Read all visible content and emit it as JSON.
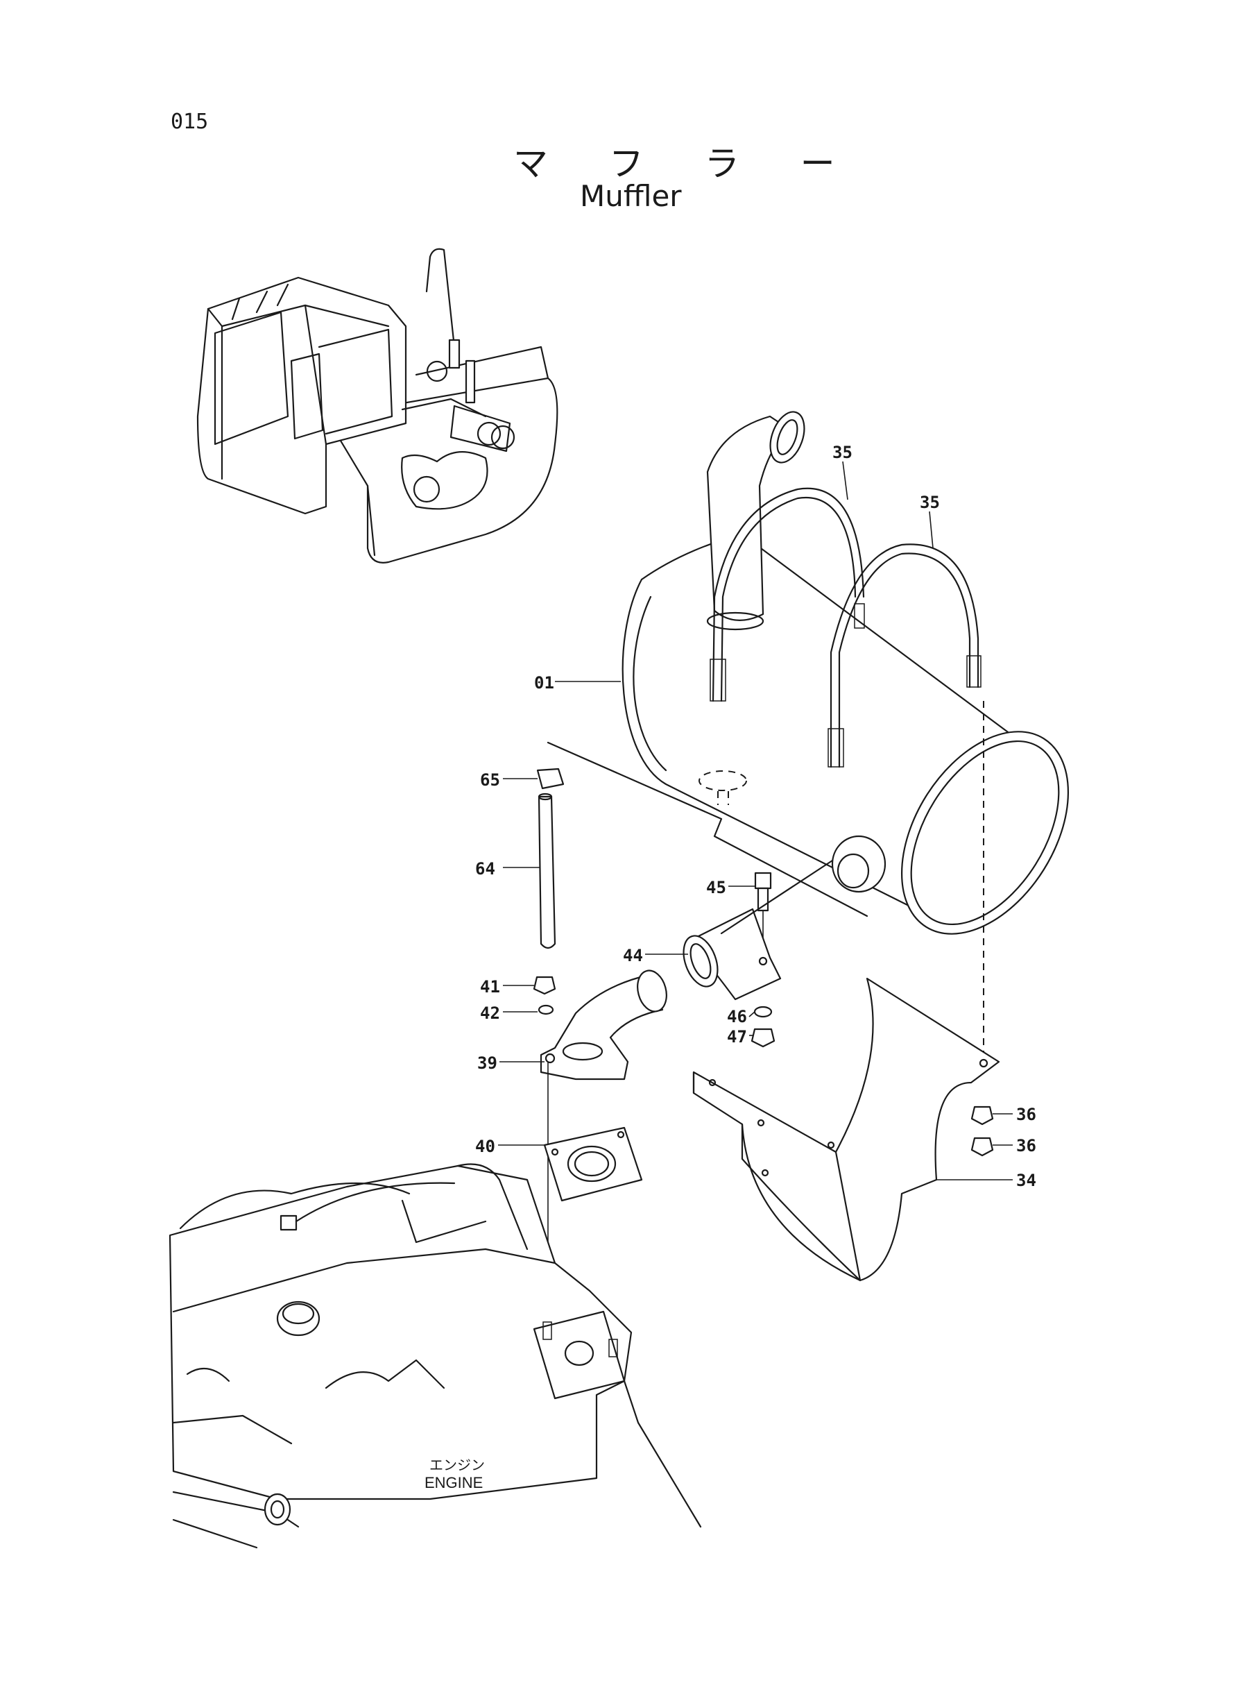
{
  "page_number": "015",
  "title_jp": "マ フ ラ ー",
  "title_en": "Muffler",
  "engine_label_jp": "エンジン",
  "engine_label_en": "ENGINE",
  "callouts": {
    "c35a": "35",
    "c35b": "35",
    "c01": "01",
    "c65": "65",
    "c64": "64",
    "c45": "45",
    "c44": "44",
    "c41": "41",
    "c42": "42",
    "c46": "46",
    "c47": "47",
    "c39": "39",
    "c40": "40",
    "c36a": "36",
    "c36b": "36",
    "c34": "34"
  }
}
